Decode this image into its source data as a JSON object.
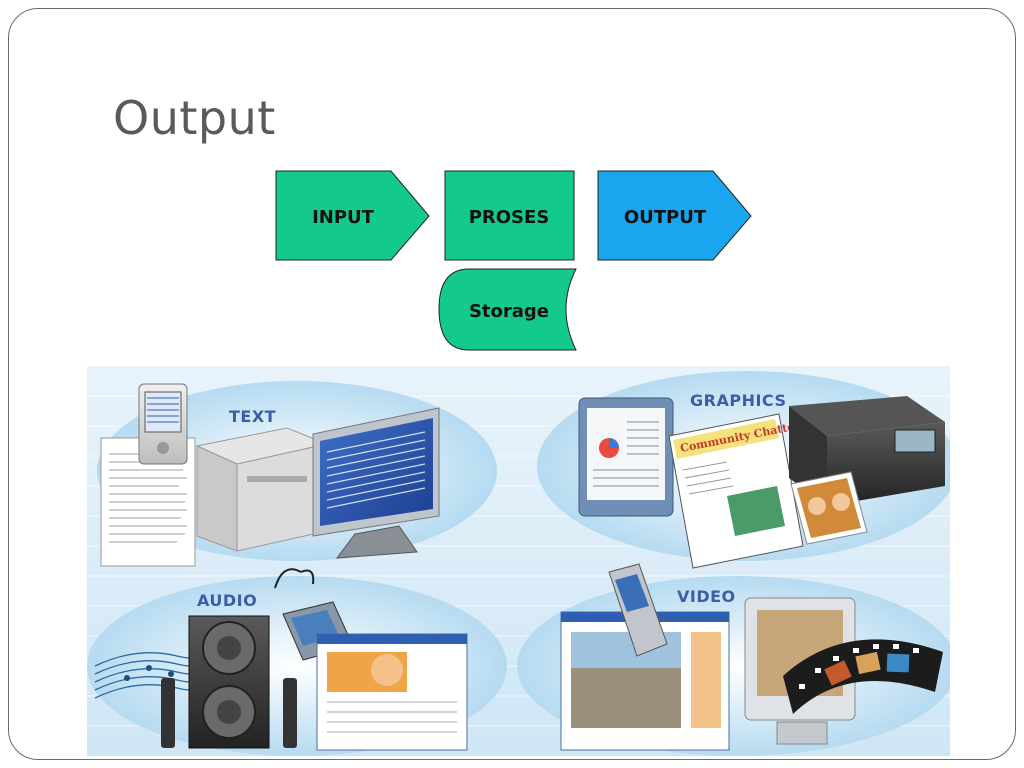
{
  "slide": {
    "title": "Output"
  },
  "flow": {
    "input_label": "INPUT",
    "process_label": "PROSES",
    "output_label": "OUTPUT",
    "storage_label": "Storage"
  },
  "collage": {
    "text_label": "TEXT",
    "graphics_label": "GRAPHICS",
    "audio_label": "AUDIO",
    "video_label": "VIDEO",
    "newsletter_title": "Community Chatter"
  },
  "colors": {
    "flow_green": "#14c98e",
    "flow_blue": "#1aa6ee",
    "label_blue": "#3b5ea8",
    "title_gray": "#5a5a5a"
  }
}
